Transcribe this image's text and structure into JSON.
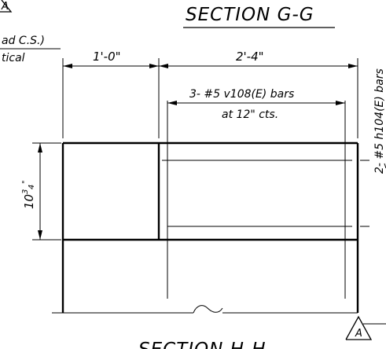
{
  "titles": {
    "section_gg": "SECTION G-G",
    "section_hh": "SECTION H-H"
  },
  "left_notes": {
    "line1": "ad C.S.)",
    "line2": "tical"
  },
  "dimensions": {
    "left_width": "1'-0\"",
    "right_width": "2'-4\"",
    "height_whole": "10",
    "height_num": "3",
    "height_den": "4",
    "height_unit": "\""
  },
  "rebar_callouts": {
    "vertical_line1": "3- #5 v108(E) bars",
    "vertical_line2": "at 12\" cts.",
    "horizontal": "2- #5 h104(E) bars"
  },
  "revision_tags": {
    "top": "A",
    "bottom": "A"
  }
}
